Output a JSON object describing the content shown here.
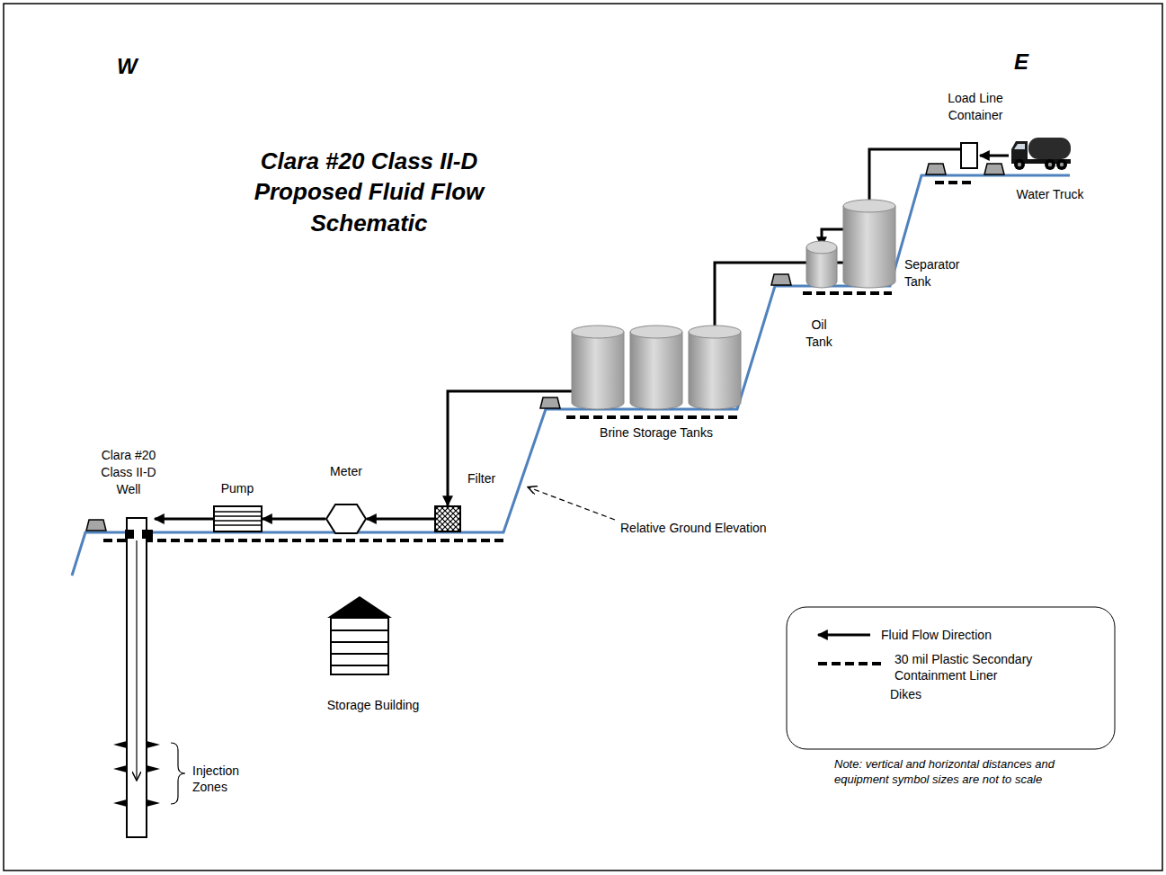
{
  "diagram": {
    "title": "Clara #20 Class II-D Proposed Fluid Flow Schematic",
    "nodes": [
      {
        "text": [
          "Load Line Container"
        ]
      },
      {
        "text": [
          "Water Truck"
        ]
      },
      {
        "text": [
          "Separator Tank"
        ]
      },
      {
        "text": [
          "Oil Tank"
        ]
      },
      {
        "text": [
          "Brine Storage Tanks"
        ]
      },
      {
        "text": [
          "Filter"
        ]
      },
      {
        "text": [
          "Meter"
        ]
      },
      {
        "text": [
          "Pump"
        ]
      },
      {
        "text": [
          "Clara #20 Class II-D Well"
        ]
      },
      {
        "text": [
          "Storage Building"
        ]
      }
    ],
    "edges": [
      {
        "from": 1,
        "to": 0,
        "arrow": "to"
      },
      {
        "from": 0,
        "to": 2,
        "arrow": "to"
      },
      {
        "from": 2,
        "to": 3,
        "arrow": "to"
      },
      {
        "from": 2,
        "to": 4,
        "arrow": "to"
      },
      {
        "from": 4,
        "to": 5,
        "arrow": "to"
      },
      {
        "from": 5,
        "to": 6,
        "arrow": "to"
      },
      {
        "from": 6,
        "to": 7,
        "arrow": "to"
      },
      {
        "from": 7,
        "to": 8,
        "arrow": "to"
      }
    ],
    "labels": [
      "W",
      "E",
      "Relative Ground Elevation",
      "Injection Zones",
      "Note:  vertical and horizontal distances and equipment symbol sizes are not to scale"
    ],
    "legend": [
      {
        "text": "Fluid Flow Direction"
      },
      {
        "text": "30 mil Plastic Secondary Containment Liner"
      },
      {
        "text": "Dikes"
      }
    ]
  }
}
